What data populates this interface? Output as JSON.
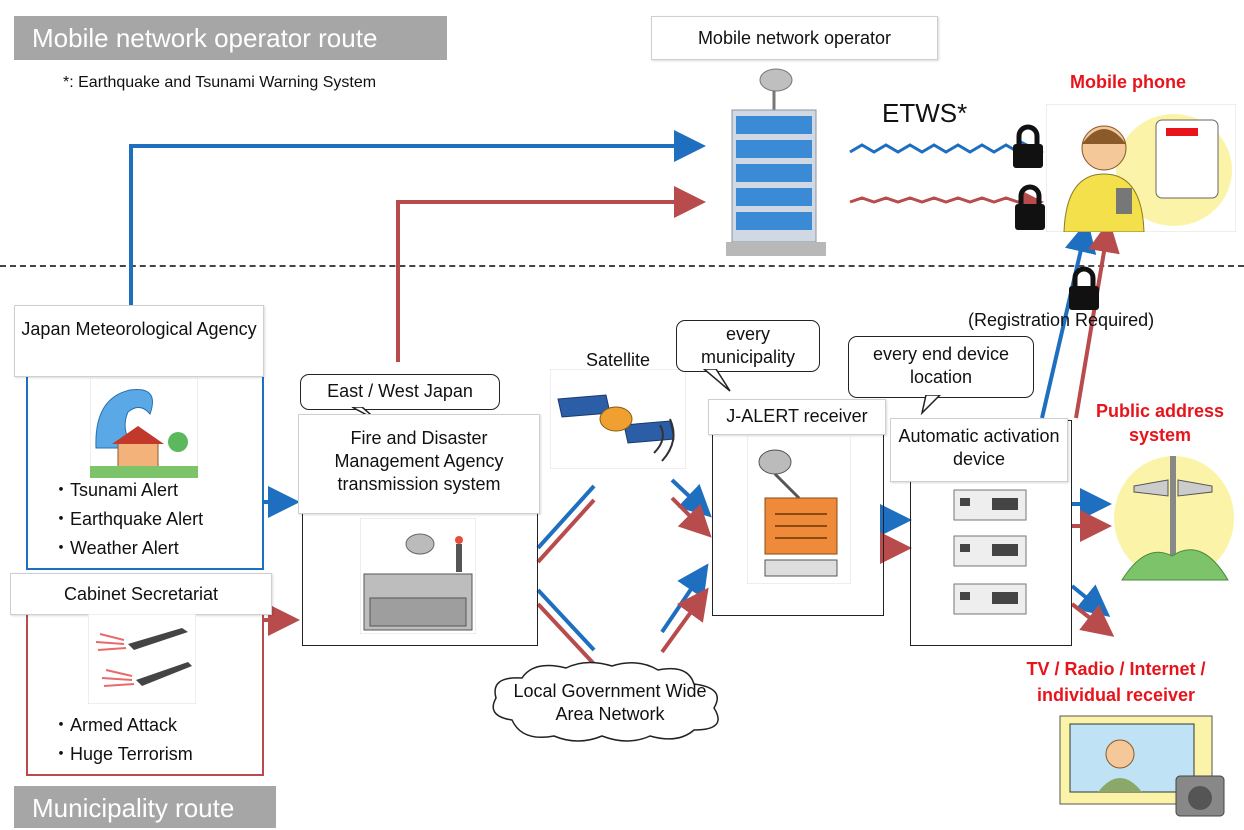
{
  "routes": {
    "mobile": "Mobile network operator route",
    "municipality": "Municipality route"
  },
  "footnote": "*: Earthquake and Tsunami Warning System",
  "operator": {
    "title": "Mobile network operator"
  },
  "etws": "ETWS*",
  "mobile_phone": {
    "title": "Mobile phone"
  },
  "registration": "(Registration Required)",
  "jma": {
    "title": "Japan Meteorological Agency",
    "alerts": [
      "・Tsunami Alert",
      "・Earthquake Alert",
      "・Weather Alert"
    ]
  },
  "cabinet": {
    "title": "Cabinet Secretariat",
    "alerts": [
      "・Armed Attack",
      "・Huge Terrorism"
    ]
  },
  "fdma": {
    "callout": "East / West Japan",
    "title": "Fire and Disaster Management Agency transmission system"
  },
  "satellite": {
    "title": "Satellite"
  },
  "jalert": {
    "callout": "every municipality",
    "title": "J-ALERT receiver"
  },
  "activation": {
    "callout": "every end device location",
    "title": "Automatic activation device"
  },
  "network": {
    "title": "Local Government Wide Area Network"
  },
  "outputs": {
    "public_address": "Public address system",
    "tv": "TV / Radio / Internet / individual receiver"
  },
  "colors": {
    "blue": "#1f6fc0",
    "red": "#b84c4c",
    "accent_red": "#e8141b",
    "grey_tag": "#a6a6a6"
  }
}
